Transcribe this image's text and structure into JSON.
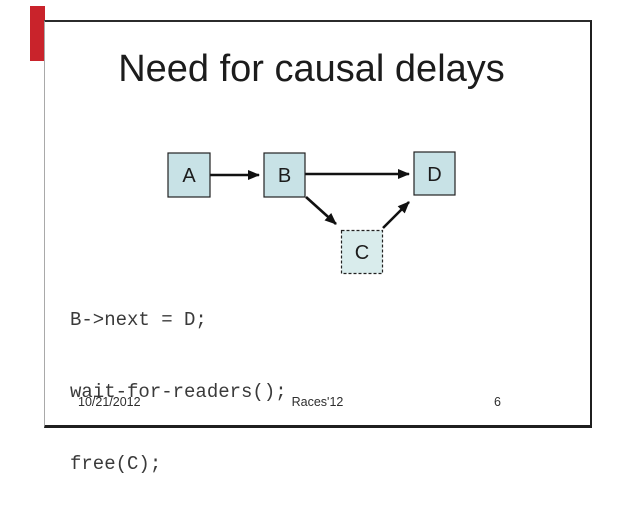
{
  "slide": {
    "title": "Need for causal delays",
    "code_lines": [
      "B->next = D;",
      "wait-for-readers();",
      "free(C);"
    ],
    "footer": {
      "date": "10/21/2012",
      "conference": "Races'12",
      "page_number": "6"
    },
    "diagram": {
      "nodes": [
        {
          "id": "A",
          "label": "A",
          "border": "solid"
        },
        {
          "id": "B",
          "label": "B",
          "border": "solid"
        },
        {
          "id": "C",
          "label": "C",
          "border": "dashed"
        },
        {
          "id": "D",
          "label": "D",
          "border": "solid"
        }
      ],
      "edges": [
        {
          "from": "A",
          "to": "B"
        },
        {
          "from": "B",
          "to": "D"
        },
        {
          "from": "B",
          "to": "C"
        },
        {
          "from": "C",
          "to": "D"
        }
      ]
    }
  },
  "colors": {
    "accent_red_bar": "#c9232b",
    "node_fill": "#c8e2e6",
    "node_fill_c": "#d9ecec",
    "node_stroke": "#222222",
    "arrow": "#111111",
    "slide_border": "#1f1f1f",
    "text": "#1c1c1c",
    "code_text": "#3a3a3a"
  }
}
